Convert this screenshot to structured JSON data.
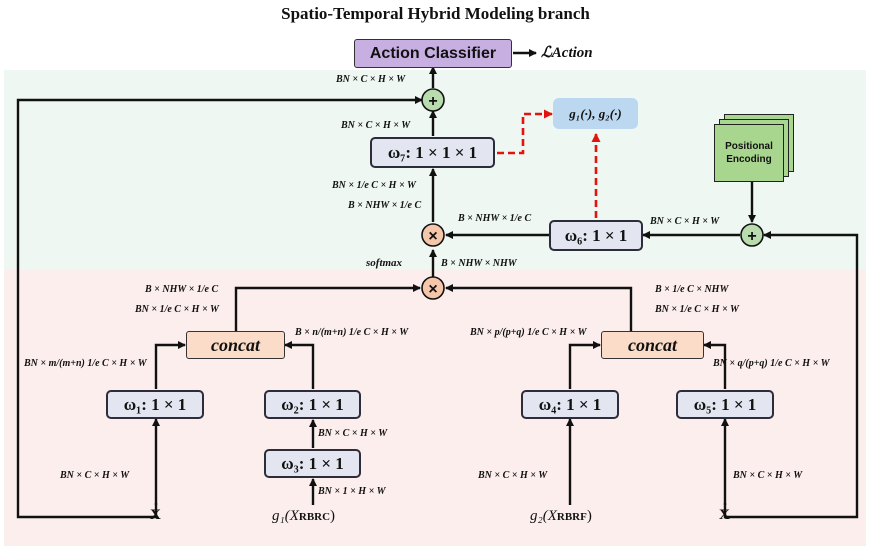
{
  "title": "Spatio-Temporal Hybrid Modeling branch",
  "action_classifier": "Action Classifier",
  "loss": "ℒAction",
  "g_functions": "g₁(·), g₂(·)",
  "positional_encoding": "Positional Encoding",
  "blocks": {
    "w7": "ω₇: 1 × 1 × 1",
    "w6": "ω₆: 1 × 1",
    "w1": "ω₁: 1 × 1",
    "w2": "ω₂: 1 × 1",
    "w3": "ω₃: 1 × 1",
    "w4": "ω₄: 1 × 1",
    "w5": "ω₅: 1 × 1",
    "concat_left": "concat",
    "concat_right": "concat"
  },
  "ops": {
    "plus": "+",
    "times": "×",
    "softmax": "softmax"
  },
  "inputs": {
    "x_left": "X",
    "x_right": "X",
    "g1_input": "g₁(X",
    "g1_sub": "RBRC",
    "g2_input": "g₂(X",
    "g2_sub": "RBRF",
    "close": ")"
  },
  "labels": {
    "l_top_ac": "BN × C × H × W",
    "l_above_w7": "BN × C × H × W",
    "l_below_w7_a": "BN × 1/e C × H × W",
    "l_below_w7_b": "B × NHW × 1/e C",
    "l_w6_left": "B × NHW × 1/e C",
    "l_pe_in": "BN × C × H × W",
    "l_softmax": "B × NHW × NHW",
    "l_concat_left_a": "B × NHW × 1/e C",
    "l_concat_left_b": "BN × 1/e C × H × W",
    "l_concat_right_a": "B × 1/e C × NHW",
    "l_concat_right_b": "BN × 1/e C × H × W",
    "l_w1": "BN × m/(m+n) 1/e C × H × W",
    "l_w2": "B × n/(m+n) 1/e C × H × W",
    "l_w4": "BN × p/(p+q) 1/e C × H × W",
    "l_w5": "BN × q/(p+q) 1/e C × H × W",
    "l_w3_out": "BN × C × H × W",
    "l_w3_in": "BN × 1 × H × W",
    "l_x1_in": "BN × C × H × W",
    "l_x4_in": "BN × C × H × W",
    "l_x5_in": "BN × C × H × W"
  },
  "colors": {
    "green_band": "#eef7f1",
    "red_band": "#fbeeed",
    "block_fill": "#e3e6f1",
    "concat_fill": "#fbdcc8",
    "classifier_fill": "#c7b0e1",
    "g_fill": "#bcd7f0",
    "pe_fill": "#a9d68e",
    "plus_fill": "#b9dcae",
    "times_fill": "#f6c6aa",
    "dashed": "#e3140e"
  }
}
